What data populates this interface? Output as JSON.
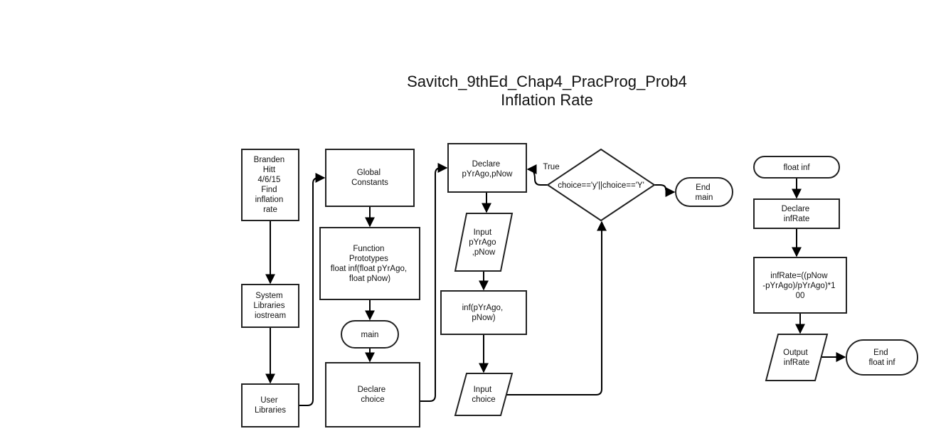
{
  "title": {
    "line1": "Savitch_9thEd_Chap4_PracProg_Prob4",
    "line2": "Inflation Rate"
  },
  "nodes": {
    "header_comment": {
      "lines": [
        "Branden",
        "Hitt",
        "4/6/15",
        "Find",
        "inflation",
        "rate"
      ]
    },
    "system_libraries": {
      "lines": [
        "System",
        "Libraries",
        "iostream"
      ]
    },
    "user_libraries": {
      "lines": [
        "User",
        "Libraries"
      ]
    },
    "global_constants": {
      "lines": [
        "Global",
        "Constants"
      ]
    },
    "function_prototypes": {
      "lines": [
        "Function",
        "Prototypes",
        "float inf(float pYrAgo,",
        "float pNow)"
      ]
    },
    "main_start": {
      "lines": [
        "main"
      ]
    },
    "declare_choice": {
      "lines": [
        "Declare",
        "choice"
      ]
    },
    "declare_prices": {
      "lines": [
        "Declare",
        "pYrAgo,pNow"
      ]
    },
    "input_prices": {
      "lines": [
        "Input",
        "pYrAgo",
        ",pNow"
      ]
    },
    "call_inf": {
      "lines": [
        "inf(pYrAgo,",
        "pNow)"
      ]
    },
    "input_choice": {
      "lines": [
        "Input",
        "choice"
      ]
    },
    "decision_choice": {
      "lines": [
        "choice=='y'||choice=='Y'"
      ]
    },
    "end_main": {
      "lines": [
        "End",
        "main"
      ]
    },
    "float_inf_start": {
      "lines": [
        "float inf"
      ]
    },
    "declare_infrate": {
      "lines": [
        "Declare",
        "infRate"
      ]
    },
    "compute_infrate": {
      "lines": [
        "infRate=((pNow",
        "-pYrAgo)/pYrAgo)*1",
        "00"
      ]
    },
    "output_infrate": {
      "lines": [
        "Output",
        "infRate"
      ]
    },
    "end_float_inf": {
      "lines": [
        "End",
        "float inf"
      ]
    }
  },
  "edge_labels": {
    "loop_true": "True"
  }
}
